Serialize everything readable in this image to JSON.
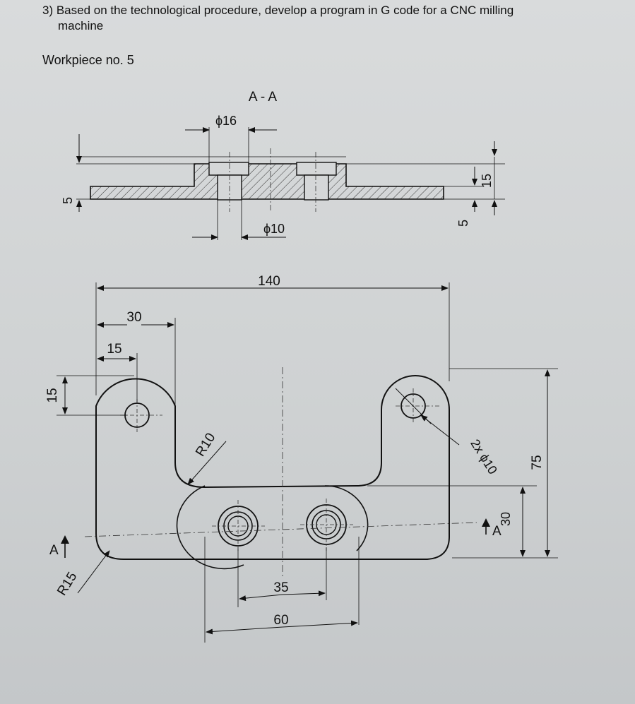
{
  "question": {
    "line1": "3) Based on the technological procedure, develop a program in G code for a CNC milling",
    "line2": "machine"
  },
  "workpiece_label": "Workpiece no. 5",
  "drawing": {
    "section_label": "A - A",
    "dims": {
      "cbore_dia": "ϕ16",
      "hole_dia": "ϕ10",
      "left_thk": "5",
      "right_thk": "5",
      "total_height": "15",
      "overall_length": "140",
      "lug_width": "30",
      "hole_offset_x": "15",
      "hole_offset_y": "15",
      "inner_radius": "R10",
      "corner_radius": "R15",
      "hole_pattern": "2x ϕ10",
      "section_height": "30",
      "overall_height": "75",
      "cbore_spacing": "35",
      "boss_width": "60",
      "section_mark": "A"
    }
  }
}
